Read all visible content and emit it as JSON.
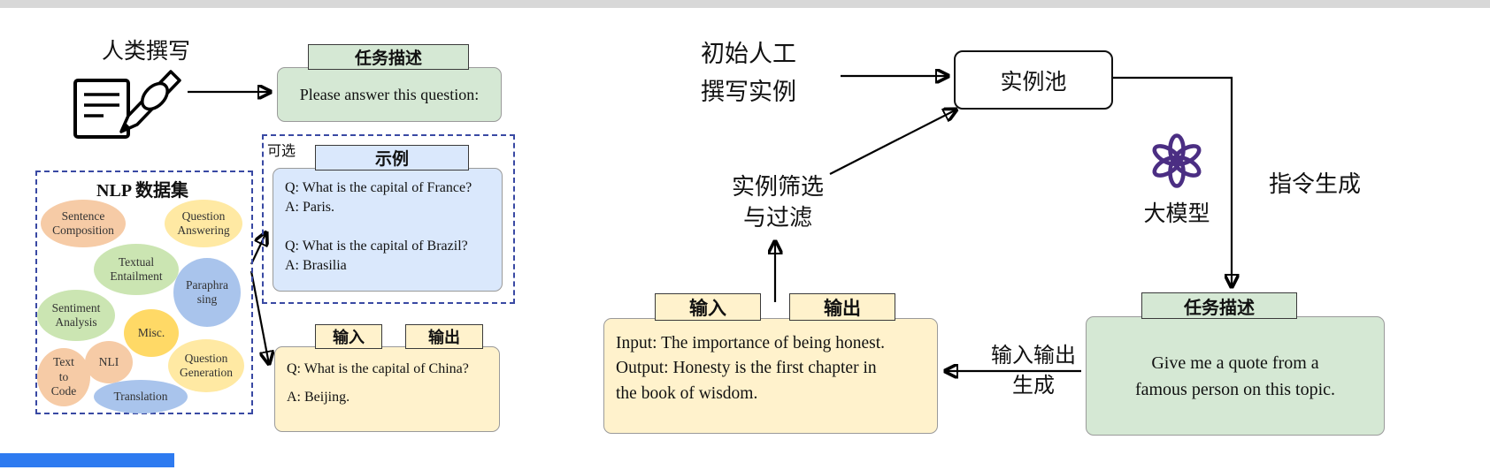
{
  "colors": {
    "green_fill": "#d5e8d4",
    "blue_fill": "#dae8fc",
    "yellow_fill": "#fff2cc",
    "blob_peach": "#f6cba6",
    "blob_yellow": "#ffe9a3",
    "blob_gold": "#ffd966",
    "blob_green": "#cbe5b2",
    "blob_blue": "#a9c4ec",
    "dashed_border": "#3949a3",
    "openai_purple": "#4b2e83",
    "progress_blue": "#2e7bf0"
  },
  "left": {
    "human_label": "人类撰写",
    "task_box": {
      "tab": "任务描述",
      "body": "Please answer this question:"
    },
    "nlp_box": {
      "title": "NLP 数据集",
      "blobs": [
        {
          "label": "Sentence\nComposition",
          "color": "peach"
        },
        {
          "label": "Question\nAnswering",
          "color": "yellow"
        },
        {
          "label": "Textual\nEntailment",
          "color": "green"
        },
        {
          "label": "Paraphra\nsing",
          "color": "blue"
        },
        {
          "label": "Sentiment\nAnalysis",
          "color": "green"
        },
        {
          "label": "Misc.",
          "color": "gold"
        },
        {
          "label": "NLI",
          "color": "peach"
        },
        {
          "label": "Question\nGeneration",
          "color": "yellow"
        },
        {
          "label": "Text\nto\nCode",
          "color": "peach"
        },
        {
          "label": "Translation",
          "color": "blue"
        }
      ]
    },
    "optional_box": {
      "optional_label": "可选",
      "tab": "示例",
      "body": "Q: What is the capital of France?\nA: Paris.\n\nQ: What is the capital of Brazil?\nA: Brasilia"
    },
    "io_box": {
      "tab_input": "输入",
      "tab_output": "输出",
      "body": "Q: What is the capital of China?\nA: Beijing."
    }
  },
  "right": {
    "seed_label": "初始人工\n撰写实例",
    "pool_label": "实例池",
    "model_label": "大模型",
    "instruction_gen_label": "指令生成",
    "filter_label": "实例筛选\n与过滤",
    "io_gen_label": "输入输出\n生成",
    "task_box": {
      "tab": "任务描述",
      "body": "Give me a quote from a\nfamous person on this topic."
    },
    "io_box": {
      "tab_input": "输入",
      "tab_output": "输出",
      "body": "Input: The importance of being honest.\nOutput: Honesty is the first chapter in\nthe book of wisdom."
    }
  }
}
